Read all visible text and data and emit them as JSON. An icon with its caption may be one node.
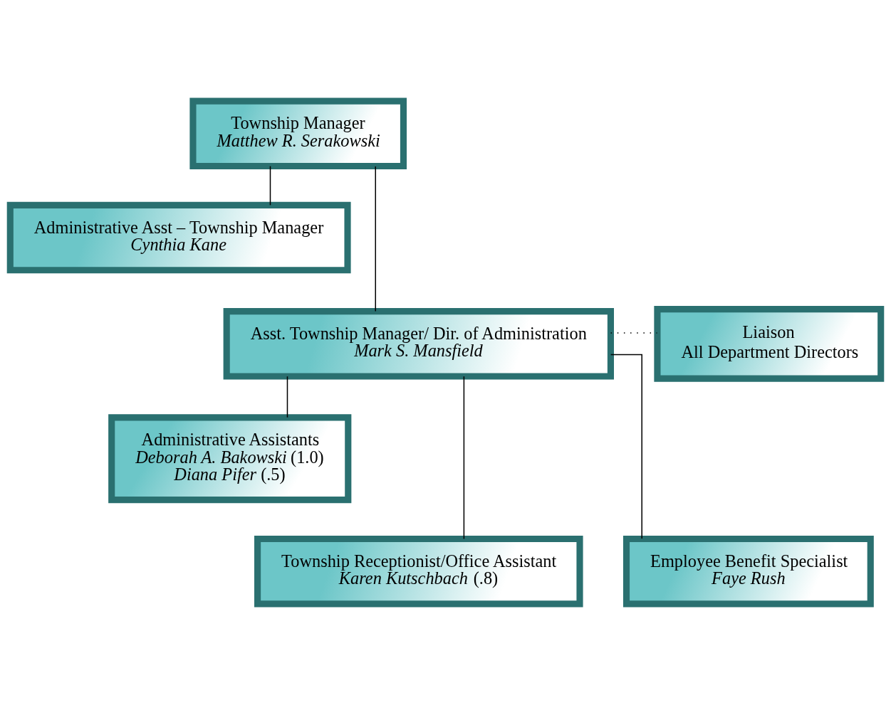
{
  "diagram": {
    "nodes": [
      {
        "text": [
          "Township Manager",
          "Matthew R. Serakowski"
        ]
      },
      {
        "text": [
          "Administrative Asst – Township Manager",
          "Cynthia Kane"
        ]
      },
      {
        "text": [
          "Asst. Township Manager/ Dir. of Administration",
          "Mark S. Mansfield"
        ]
      },
      {
        "text": [
          "Liaison",
          "All Department Directors"
        ]
      },
      {
        "text": [
          "Administrative Assistants",
          "*Deborah A. Bakowski* (1.0)",
          "*Diana Pifer* (.5)"
        ]
      },
      {
        "text": [
          "Township Receptionist/Office Assistant",
          "*Karen Kutschbach* (.8)"
        ]
      },
      {
        "text": [
          "Employee Benefit Specialist",
          "Faye Rush"
        ]
      }
    ],
    "edges": [
      {
        "from": 0,
        "to": 1,
        "arrow": "none"
      },
      {
        "from": 0,
        "to": 2,
        "arrow": "none"
      },
      {
        "from": 2,
        "to": 3,
        "arrow": "none",
        "style": "dashed"
      },
      {
        "from": 2,
        "to": 4,
        "arrow": "none"
      },
      {
        "from": 2,
        "to": 5,
        "arrow": "none"
      },
      {
        "from": 2,
        "to": 6,
        "arrow": "none"
      }
    ]
  }
}
